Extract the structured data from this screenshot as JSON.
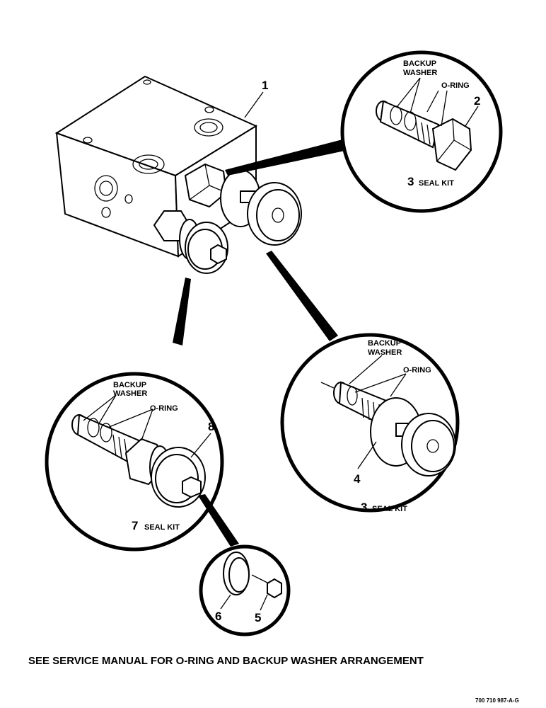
{
  "labels": {
    "item1": "1",
    "item2": "2",
    "item3_top": "3",
    "item3_right": "3",
    "item4": "4",
    "item5": "5",
    "item6": "6",
    "item7": "7",
    "item8": "8",
    "seal_kit": "SEAL KIT",
    "backup": "BACKUP",
    "washer": "WASHER",
    "oring": "O-RING"
  },
  "footer": {
    "note": "SEE SERVICE MANUAL FOR O-RING AND BACKUP WASHER ARRANGEMENT",
    "part_number": "700 710 987-A-G"
  }
}
